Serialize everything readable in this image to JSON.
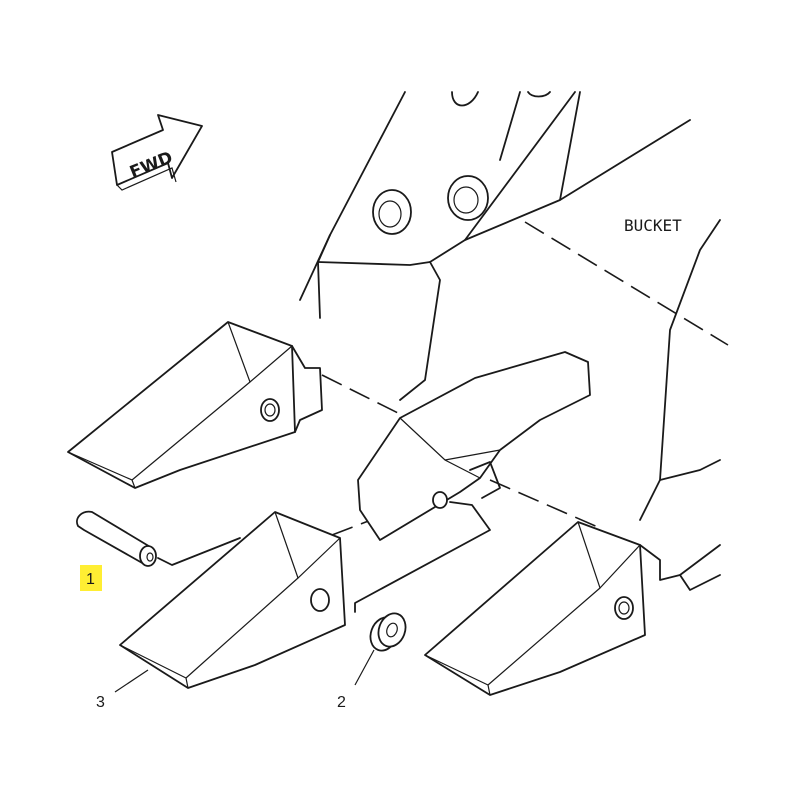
{
  "labels": {
    "fwd": "FWD",
    "bucket": "BUCKET"
  },
  "callouts": [
    {
      "number": "1",
      "highlighted": true
    },
    {
      "number": "2",
      "highlighted": false
    },
    {
      "number": "3",
      "highlighted": false
    }
  ],
  "colors": {
    "highlight": "#ffee33",
    "line": "#1a1a1a"
  }
}
